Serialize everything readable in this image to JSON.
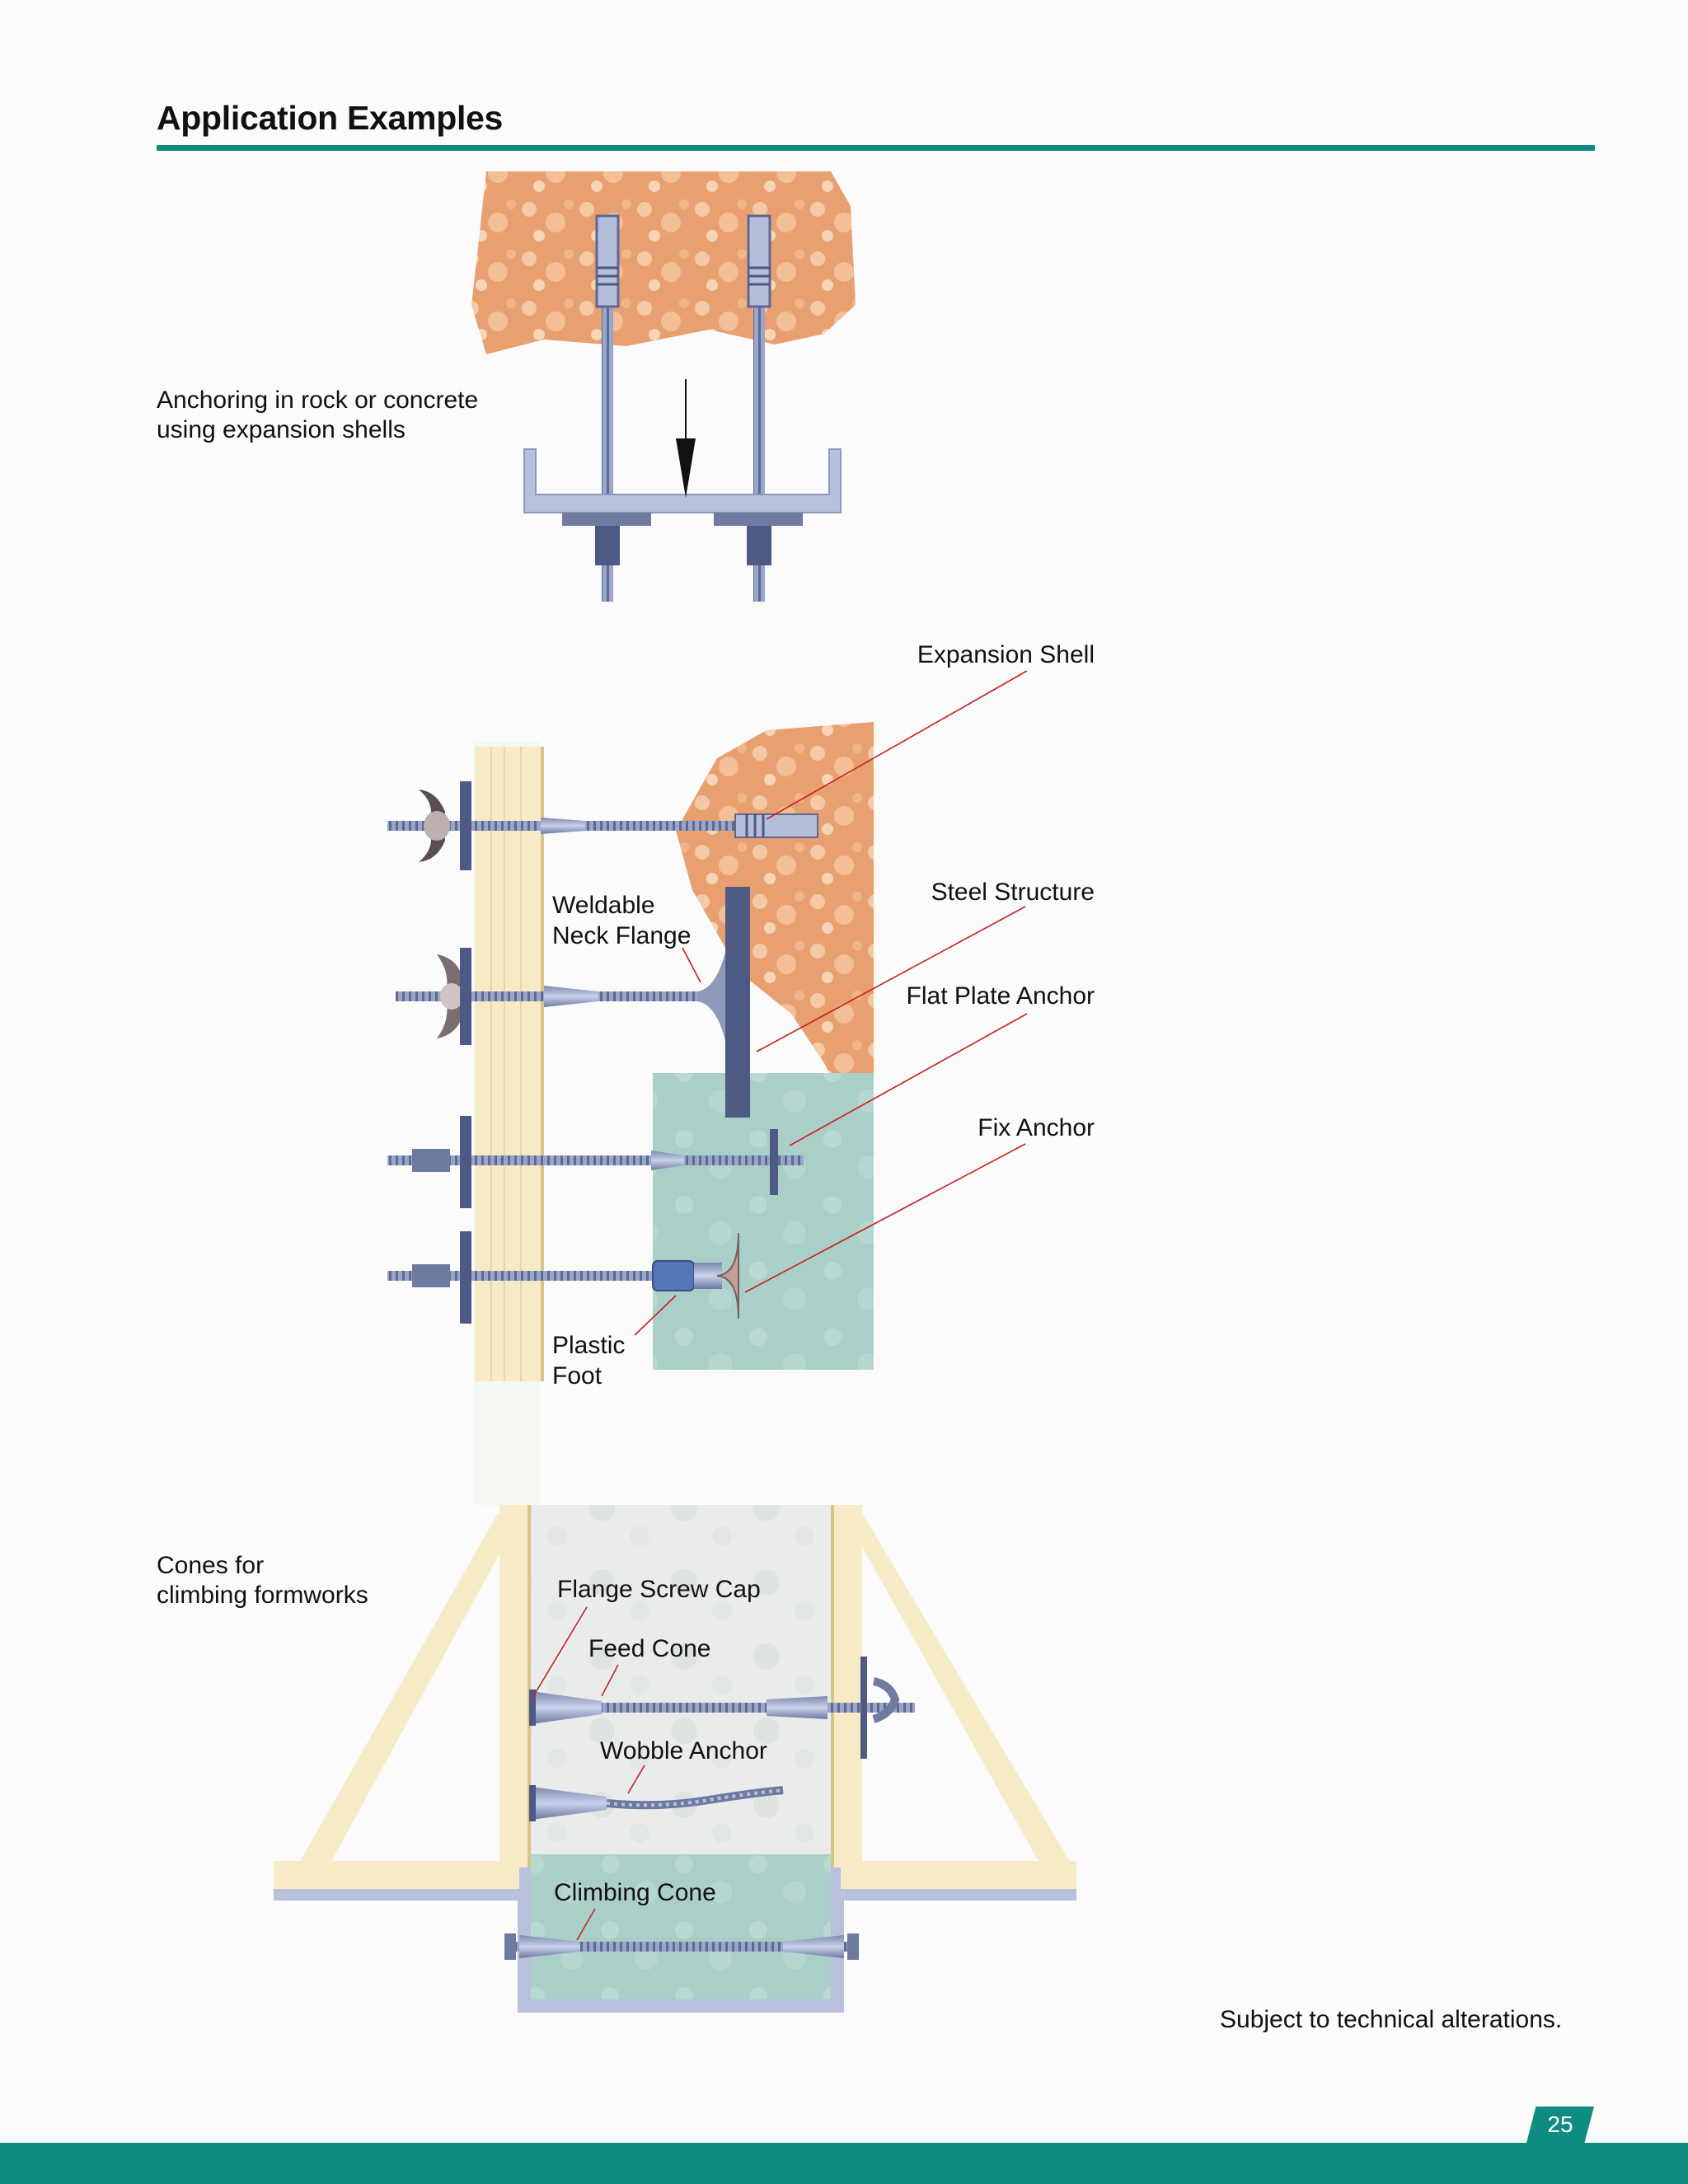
{
  "heading": "Application Examples",
  "captions": {
    "rock_anchoring": "Anchoring in rock or concrete\nusing expansion shells",
    "cones": "Cones for\nclimbing formworks"
  },
  "labels": {
    "expansion_shell": "Expansion Shell",
    "steel_structure": "Steel Structure",
    "flat_plate_anchor": "Flat Plate Anchor",
    "fix_anchor": "Fix Anchor",
    "weldable_neck_flange": "Weldable\nNeck Flange",
    "plastic_foot": "Plastic\nFoot",
    "flange_screw_cap": "Flange Screw Cap",
    "feed_cone": "Feed Cone",
    "wobble_anchor": "Wobble Anchor",
    "climbing_cone": "Climbing Cone"
  },
  "disclaimer": "Subject to technical alterations.",
  "page_number": "25",
  "colors": {
    "accent": "#0f8c82",
    "rock": "#e9a070",
    "concrete": "#a9cfc8",
    "timber": "#f6ebc6",
    "steel": "#8c98bd",
    "leader": "#c82020"
  }
}
